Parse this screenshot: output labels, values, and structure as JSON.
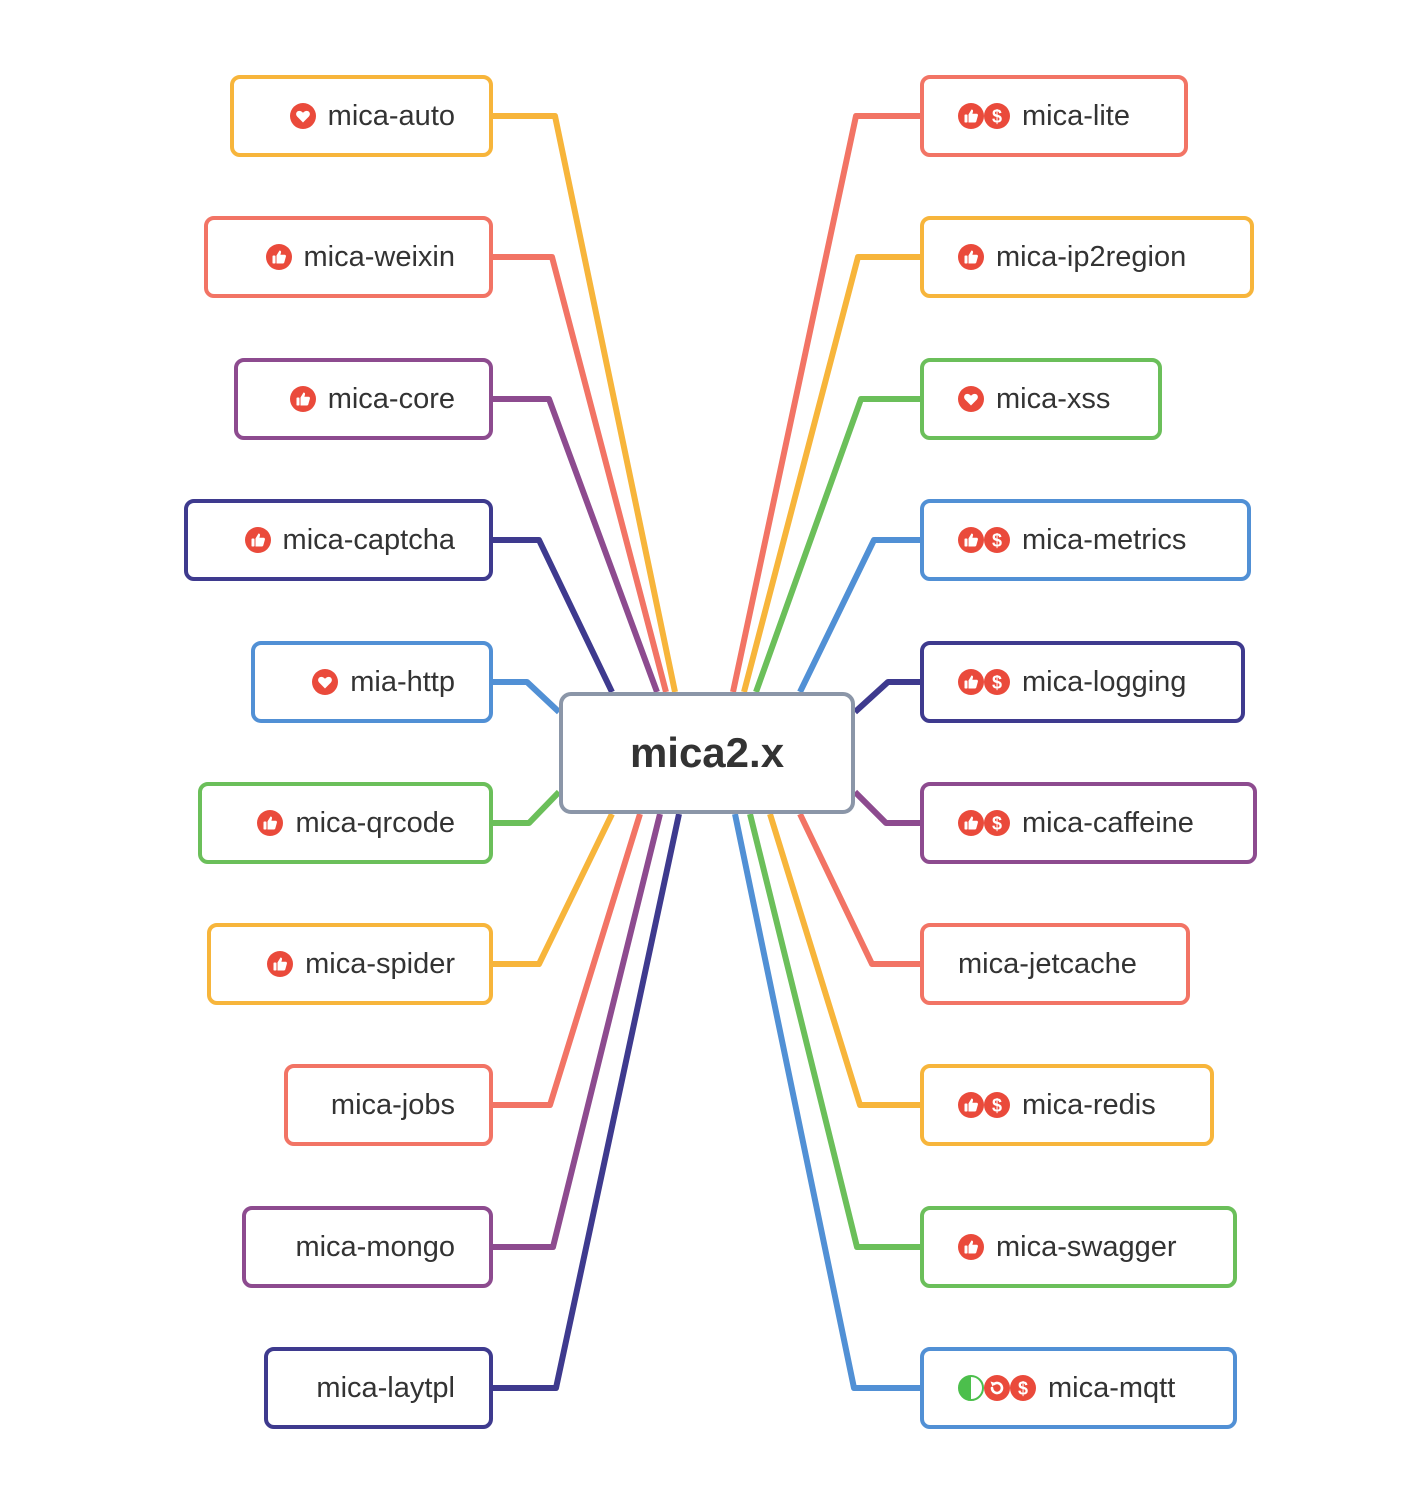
{
  "center": {
    "label": "mica2.x"
  },
  "colors": {
    "orange": "#F7B53B",
    "salmon": "#F27465",
    "purple": "#8D4B8F",
    "indigo": "#3E3A8E",
    "blue": "#5190D5",
    "green": "#6BBF5A",
    "icon_red": "#EA4A3B",
    "icon_green": "#4CBF4C",
    "center_border": "#8B96A8"
  },
  "left_nodes": [
    {
      "label": "mica-auto",
      "color": "orange",
      "icons": [
        "heart-icon"
      ]
    },
    {
      "label": "mica-weixin",
      "color": "salmon",
      "icons": [
        "thumbs-up-icon"
      ]
    },
    {
      "label": "mica-core",
      "color": "purple",
      "icons": [
        "thumbs-up-icon"
      ]
    },
    {
      "label": "mica-captcha",
      "color": "indigo",
      "icons": [
        "thumbs-up-icon"
      ]
    },
    {
      "label": "mia-http",
      "color": "blue",
      "icons": [
        "heart-icon"
      ]
    },
    {
      "label": "mica-qrcode",
      "color": "green",
      "icons": [
        "thumbs-up-icon"
      ]
    },
    {
      "label": "mica-spider",
      "color": "orange",
      "icons": [
        "thumbs-up-icon"
      ]
    },
    {
      "label": "mica-jobs",
      "color": "salmon",
      "icons": []
    },
    {
      "label": "mica-mongo",
      "color": "purple",
      "icons": []
    },
    {
      "label": "mica-laytpl",
      "color": "indigo",
      "icons": []
    }
  ],
  "right_nodes": [
    {
      "label": "mica-lite",
      "color": "salmon",
      "icons": [
        "thumbs-up-icon",
        "dollar-icon"
      ]
    },
    {
      "label": "mica-ip2region",
      "color": "orange",
      "icons": [
        "thumbs-up-icon"
      ]
    },
    {
      "label": "mica-xss",
      "color": "green",
      "icons": [
        "heart-icon"
      ]
    },
    {
      "label": "mica-metrics",
      "color": "blue",
      "icons": [
        "thumbs-up-icon",
        "dollar-icon"
      ]
    },
    {
      "label": "mica-logging",
      "color": "indigo",
      "icons": [
        "thumbs-up-icon",
        "dollar-icon"
      ]
    },
    {
      "label": "mica-caffeine",
      "color": "purple",
      "icons": [
        "thumbs-up-icon",
        "dollar-icon"
      ]
    },
    {
      "label": "mica-jetcache",
      "color": "salmon",
      "icons": []
    },
    {
      "label": "mica-redis",
      "color": "orange",
      "icons": [
        "thumbs-up-icon",
        "dollar-icon"
      ]
    },
    {
      "label": "mica-swagger",
      "color": "green",
      "icons": [
        "thumbs-up-icon"
      ]
    },
    {
      "label": "mica-mqtt",
      "color": "blue",
      "icons": [
        "half-circle-icon",
        "refresh-icon",
        "dollar-icon"
      ]
    }
  ]
}
